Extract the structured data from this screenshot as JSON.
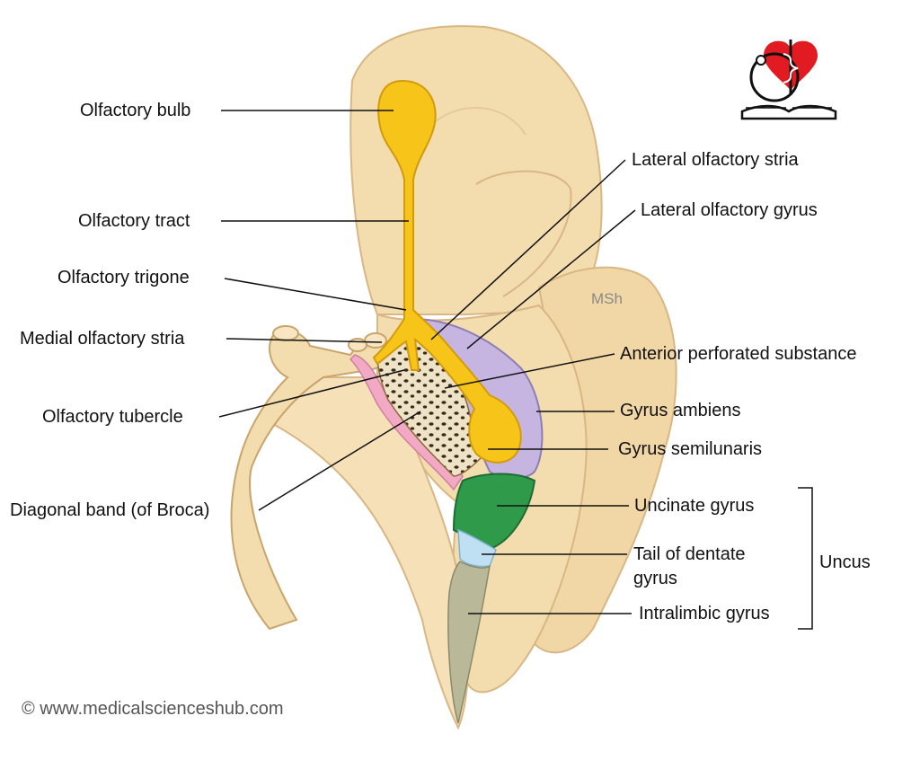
{
  "labels": {
    "olfactory_bulb": "Olfactory bulb",
    "olfactory_tract": "Olfactory tract",
    "olfactory_trigone": "Olfactory trigone",
    "medial_olfactory_stria": "Medial olfactory stria",
    "olfactory_tubercle": "Olfactory tubercle",
    "diagonal_band": "Diagonal band (of Broca)",
    "lateral_olfactory_stria": "Lateral olfactory stria",
    "lateral_olfactory_gyrus": "Lateral olfactory gyrus",
    "anterior_perforated_substance": "Anterior perforated substance",
    "gyrus_ambiens": "Gyrus ambiens",
    "gyrus_semilunaris": "Gyrus semilunaris",
    "uncinate_gyrus": "Uncinate gyrus",
    "tail_of_dentate_gyrus_line1": "Tail of dentate",
    "tail_of_dentate_gyrus_line2": "gyrus",
    "intralimbic_gyrus": "Intralimbic gyrus",
    "uncus": "Uncus"
  },
  "watermark": "MSh",
  "copyright": "© www.medicalscienceshub.com",
  "colors": {
    "brain": "#f3dcae",
    "brain_shadow": "#e2c48e",
    "olfactory_yellow": "#f7c419",
    "gyrus_ambiens_purple": "#c5b5e0",
    "uncinate_green": "#2f9a4a",
    "dentate_blue": "#bfe0f2",
    "intralimbic_grey": "#b9b99a",
    "diagonal_band_pink": "#f2a9c4",
    "perforated_substance": "#efe3c7",
    "logo_heart": "#e21b23"
  }
}
